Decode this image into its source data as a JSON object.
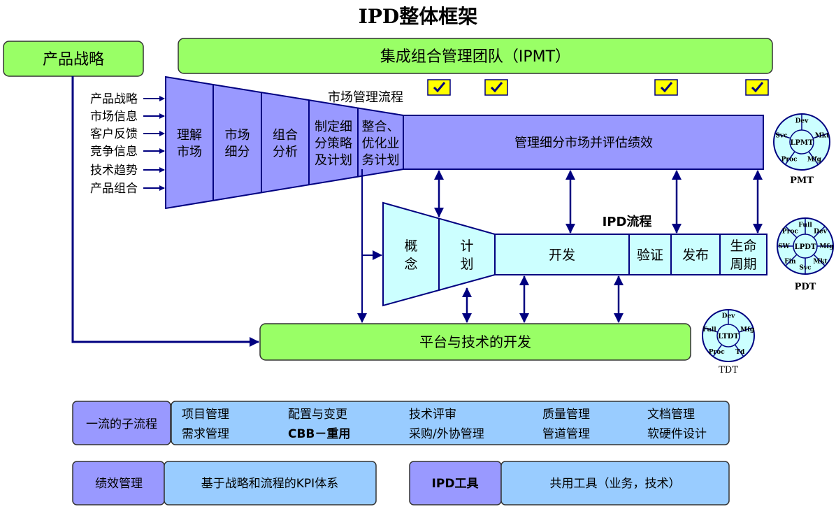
{
  "title": "IPD整体框架",
  "colors": {
    "green": "#99ff66",
    "purple": "#9999ff",
    "cyan": "#ccffff",
    "light_blue": "#99ccff",
    "navy": "#000080",
    "check": "#ffff00"
  },
  "strategy_box": "产品战略",
  "ipmt_box": "集成组合管理团队（IPMT）",
  "checkmarks": [
    "check-icon",
    "check-icon",
    "check-icon",
    "check-icon"
  ],
  "market_process_label": "市场管理流程",
  "inputs": [
    "产品战略",
    "市场信息",
    "客户反馈",
    "竞争信息",
    "技术趋势",
    "产品组合"
  ],
  "market_stages": [
    [
      "理解",
      "市场"
    ],
    [
      "市场",
      "细分"
    ],
    [
      "组合",
      "分析"
    ],
    [
      "制定细",
      "分策略",
      "及计划"
    ],
    [
      "整合、",
      "优化业",
      "务计划"
    ]
  ],
  "market_manage_box": "管理细分市场并评估绩效",
  "ipd_process_label": "IPD流程",
  "ipd_stages": [
    [
      "概",
      "念"
    ],
    [
      "计",
      "划"
    ],
    [
      "开发"
    ],
    [
      "验证"
    ],
    [
      "发布"
    ],
    [
      "生命",
      "周期"
    ]
  ],
  "platform_box": "平台与技术的开发",
  "teams": {
    "pmt": {
      "center": "LPMT",
      "segments": [
        "Mkt",
        "Mfg",
        "Proc",
        "Svc",
        "Dev"
      ],
      "label": "PMT"
    },
    "pdt": {
      "center": "LPDT",
      "segments": [
        "Dev",
        "Mfg",
        "Mkt",
        "Svc",
        "Fin",
        "SW",
        "Proc",
        "Full"
      ],
      "label": "PDT"
    },
    "tdt": {
      "center": "LTDT",
      "segments": [
        "Mfg",
        "Td",
        "Proc",
        "Full",
        "Dev"
      ],
      "label": "TDT"
    }
  },
  "subprocess": {
    "label": "一流的子流程",
    "items": [
      [
        "项目管理",
        "需求管理"
      ],
      [
        "配置与变更",
        "CBB－重用"
      ],
      [
        "技术评审",
        "采购/外协管理"
      ],
      [
        "质量管理",
        "管道管理"
      ],
      [
        "文档管理",
        "软硬件设计"
      ]
    ]
  },
  "performance": {
    "label": "绩效管理",
    "value": "基于战略和流程的KPI体系"
  },
  "tools": {
    "label": "IPD工具",
    "value": "共用工具（业务，技术）"
  }
}
